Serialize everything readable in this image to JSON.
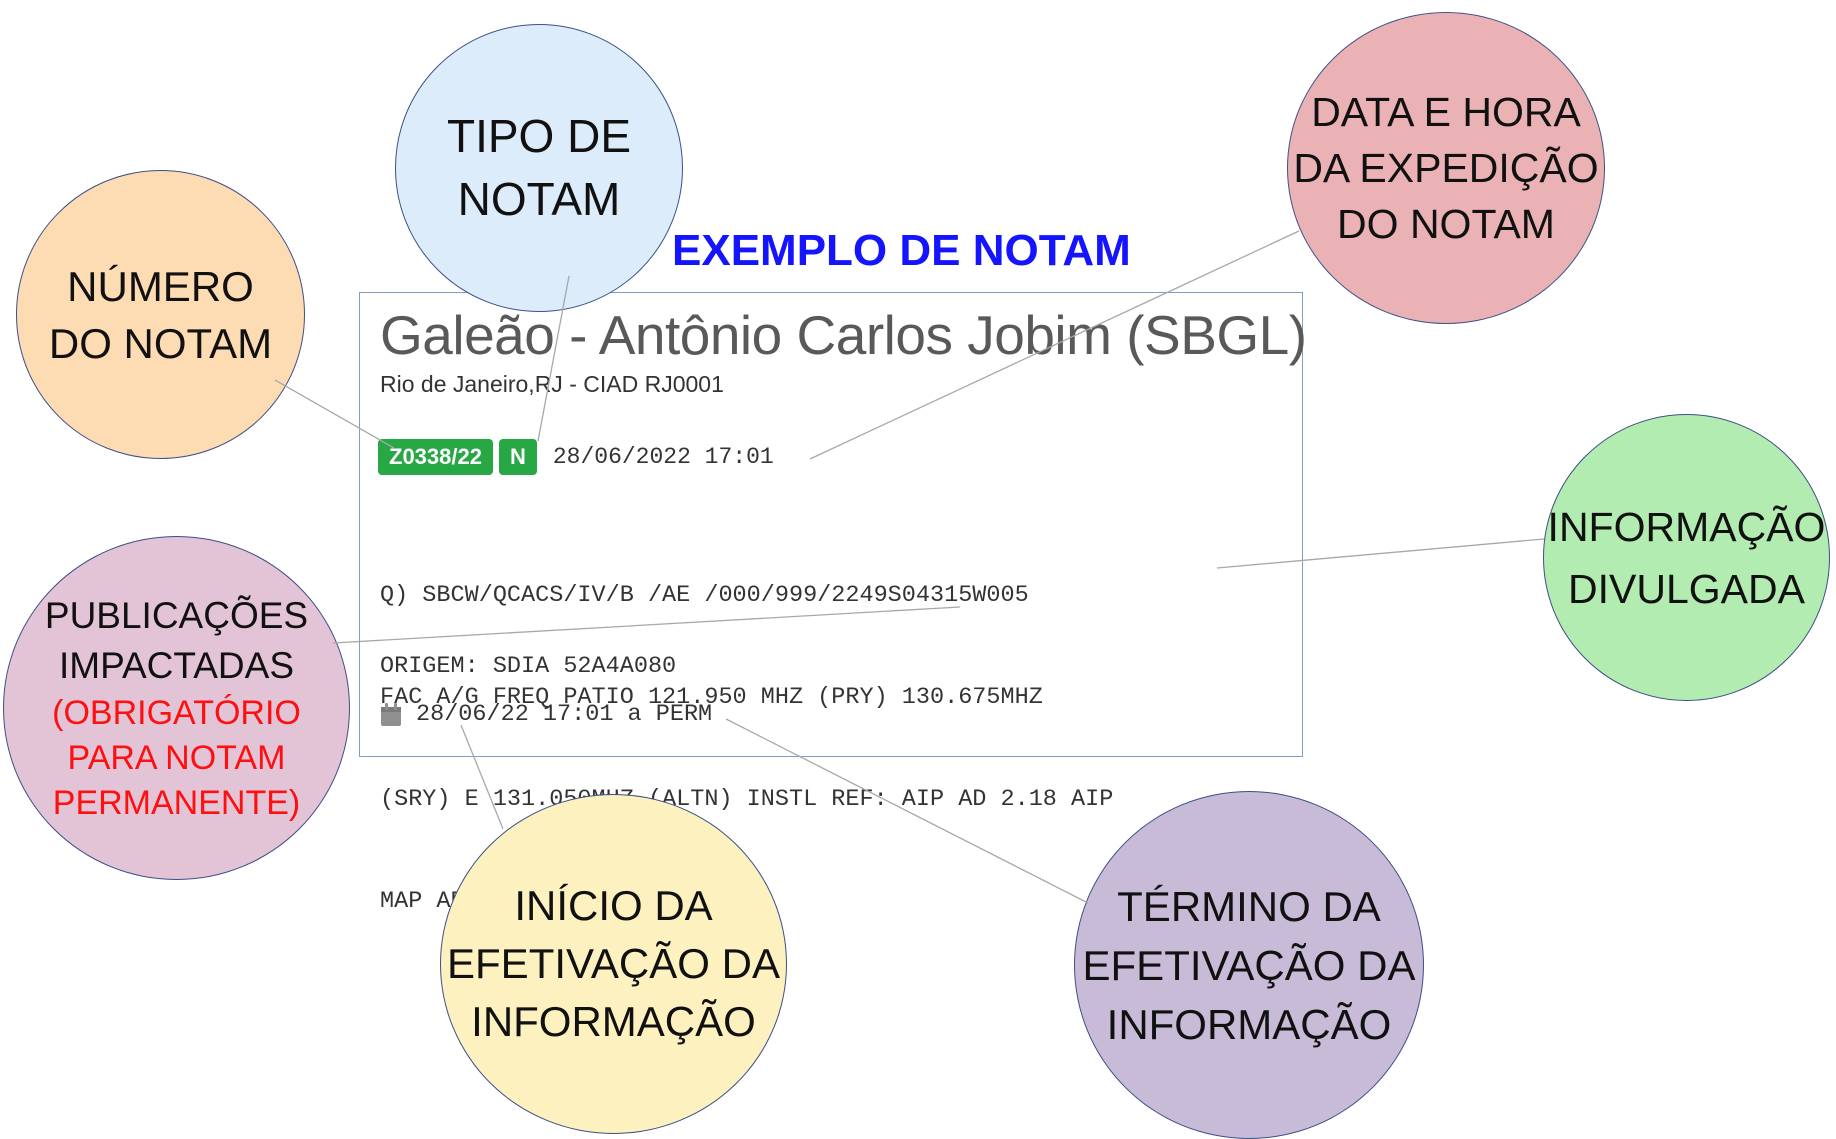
{
  "title": "EXEMPLO DE NOTAM",
  "notam": {
    "airport": "Galeão - Antônio Carlos Jobim (SBGL)",
    "location": "Rio de Janeiro,RJ - CIAD RJ0001",
    "number": "Z0338/22",
    "type": "N",
    "issued": "28/06/2022 17:01",
    "body_lines": [
      "Q) SBCW/QCACS/IV/B /AE /000/999/2249S04315W005",
      "FAC A/G FREQ PATIO 121.950 MHZ (PRY) 130.675MHZ",
      "(SRY) E 131.050MHZ (ALTN) INSTL REF: AIP AD 2.18 AIP",
      "MAP ADC PDC"
    ],
    "origin": "ORIGEM: SDIA 52A4A080",
    "validity": "28/06/22 17:01 a PERM",
    "calendar_icon": "calendar-icon"
  },
  "callouts": {
    "tipo": [
      "TIPO DE",
      "NOTAM"
    ],
    "numero": [
      "NÚMERO",
      "DO NOTAM"
    ],
    "data_hora": [
      "DATA E HORA",
      "DA EXPEDIÇÃO",
      "DO NOTAM"
    ],
    "informacao": [
      "INFORMAÇÃO",
      "DIVULGADA"
    ],
    "publicacoes": [
      "PUBLICAÇÕES",
      "IMPACTADAS"
    ],
    "publicacoes_note": [
      "(OBRIGATÓRIO",
      "PARA NOTAM",
      "PERMANENTE)"
    ],
    "inicio": [
      "INÍCIO DA",
      "EFETIVAÇÃO DA",
      "INFORMAÇÃO"
    ],
    "termino": [
      "TÉRMINO DA",
      "EFETIVAÇÃO DA",
      "INFORMAÇÃO"
    ]
  },
  "colors": {
    "title": "#1414ff",
    "badge_green": "#28a745",
    "note_red": "#ff1010",
    "circle_tipo": "#dcecfb",
    "circle_numero": "#fddbb3",
    "circle_data_hora": "#ebb2b5",
    "circle_informacao": "#b2ecb0",
    "circle_publicacoes": "#e3c4d6",
    "circle_inicio": "#fcf1bf",
    "circle_termino": "#c8bbd8",
    "connector": "#a8a8a8"
  }
}
